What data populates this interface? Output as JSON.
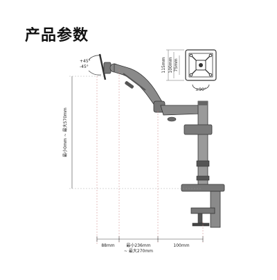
{
  "page": {
    "title": "产品参数"
  },
  "dimensions": {
    "tilt": {
      "up": "+45°",
      "down": "-45°"
    },
    "rotate": "±90°",
    "vesa": {
      "outer": "115mm",
      "mid": "100mm",
      "inner": "75mm"
    },
    "height": "最小0mm ~ 最大570mm",
    "bottom": {
      "left": "88mm",
      "middle_line1": "最小236mm",
      "middle_line2": "~ 最大270mm",
      "right": "100mm"
    }
  },
  "colors": {
    "line": "#555555",
    "arm_fill": "#7d7d7d",
    "arm_dark": "#4a4a4a",
    "dash": "#cc7777"
  }
}
